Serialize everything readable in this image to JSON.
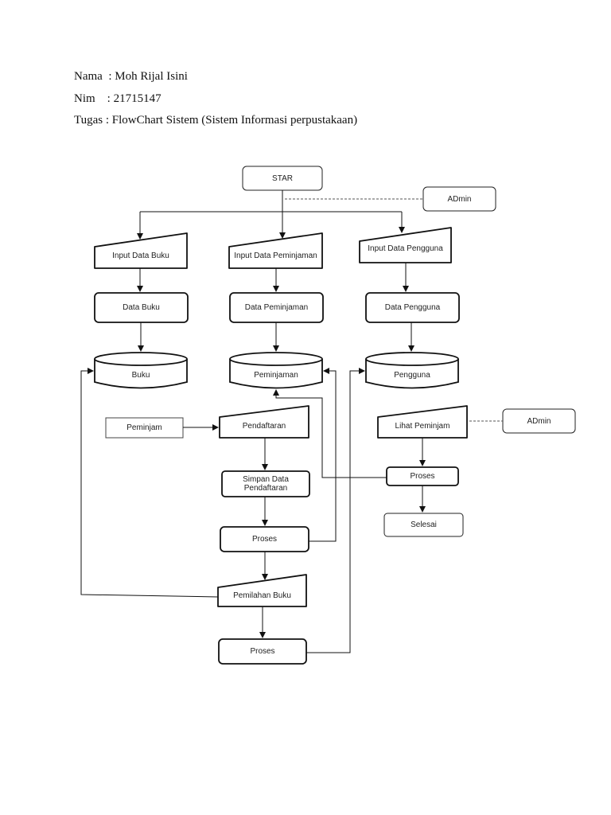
{
  "header": {
    "nama": "Nama  : Moh Rijal Isini",
    "nim": "Nim    : 21715147",
    "tugas": "Tugas : FlowChart Sistem (Sistem Informasi perpustakaan)"
  },
  "nodes": {
    "start": "STAR",
    "admin_top": "ADmin",
    "input_buku": "Input Data Buku",
    "input_peminjaman": "Input Data Peminjaman",
    "input_pengguna": "Input Data Pengguna",
    "data_buku": "Data Buku",
    "data_peminjaman": "Data Peminjaman",
    "data_pengguna": "Data Pengguna",
    "db_buku": "Buku",
    "db_peminjaman": "Peminjaman",
    "db_pengguna": "Pengguna",
    "peminjam": "Peminjam",
    "pendaftaran": "Pendaftaran",
    "simpan_line1": "Simpan Data",
    "simpan_line2": "Pendaftaran",
    "proses_1": "Proses",
    "pemilahan_buku": "Pemilahan Buku",
    "proses_2": "Proses",
    "lihat_peminjam": "Lihat Peminjam",
    "admin_right": "ADmin",
    "proses_3": "Proses",
    "selesai": "Selesai"
  }
}
